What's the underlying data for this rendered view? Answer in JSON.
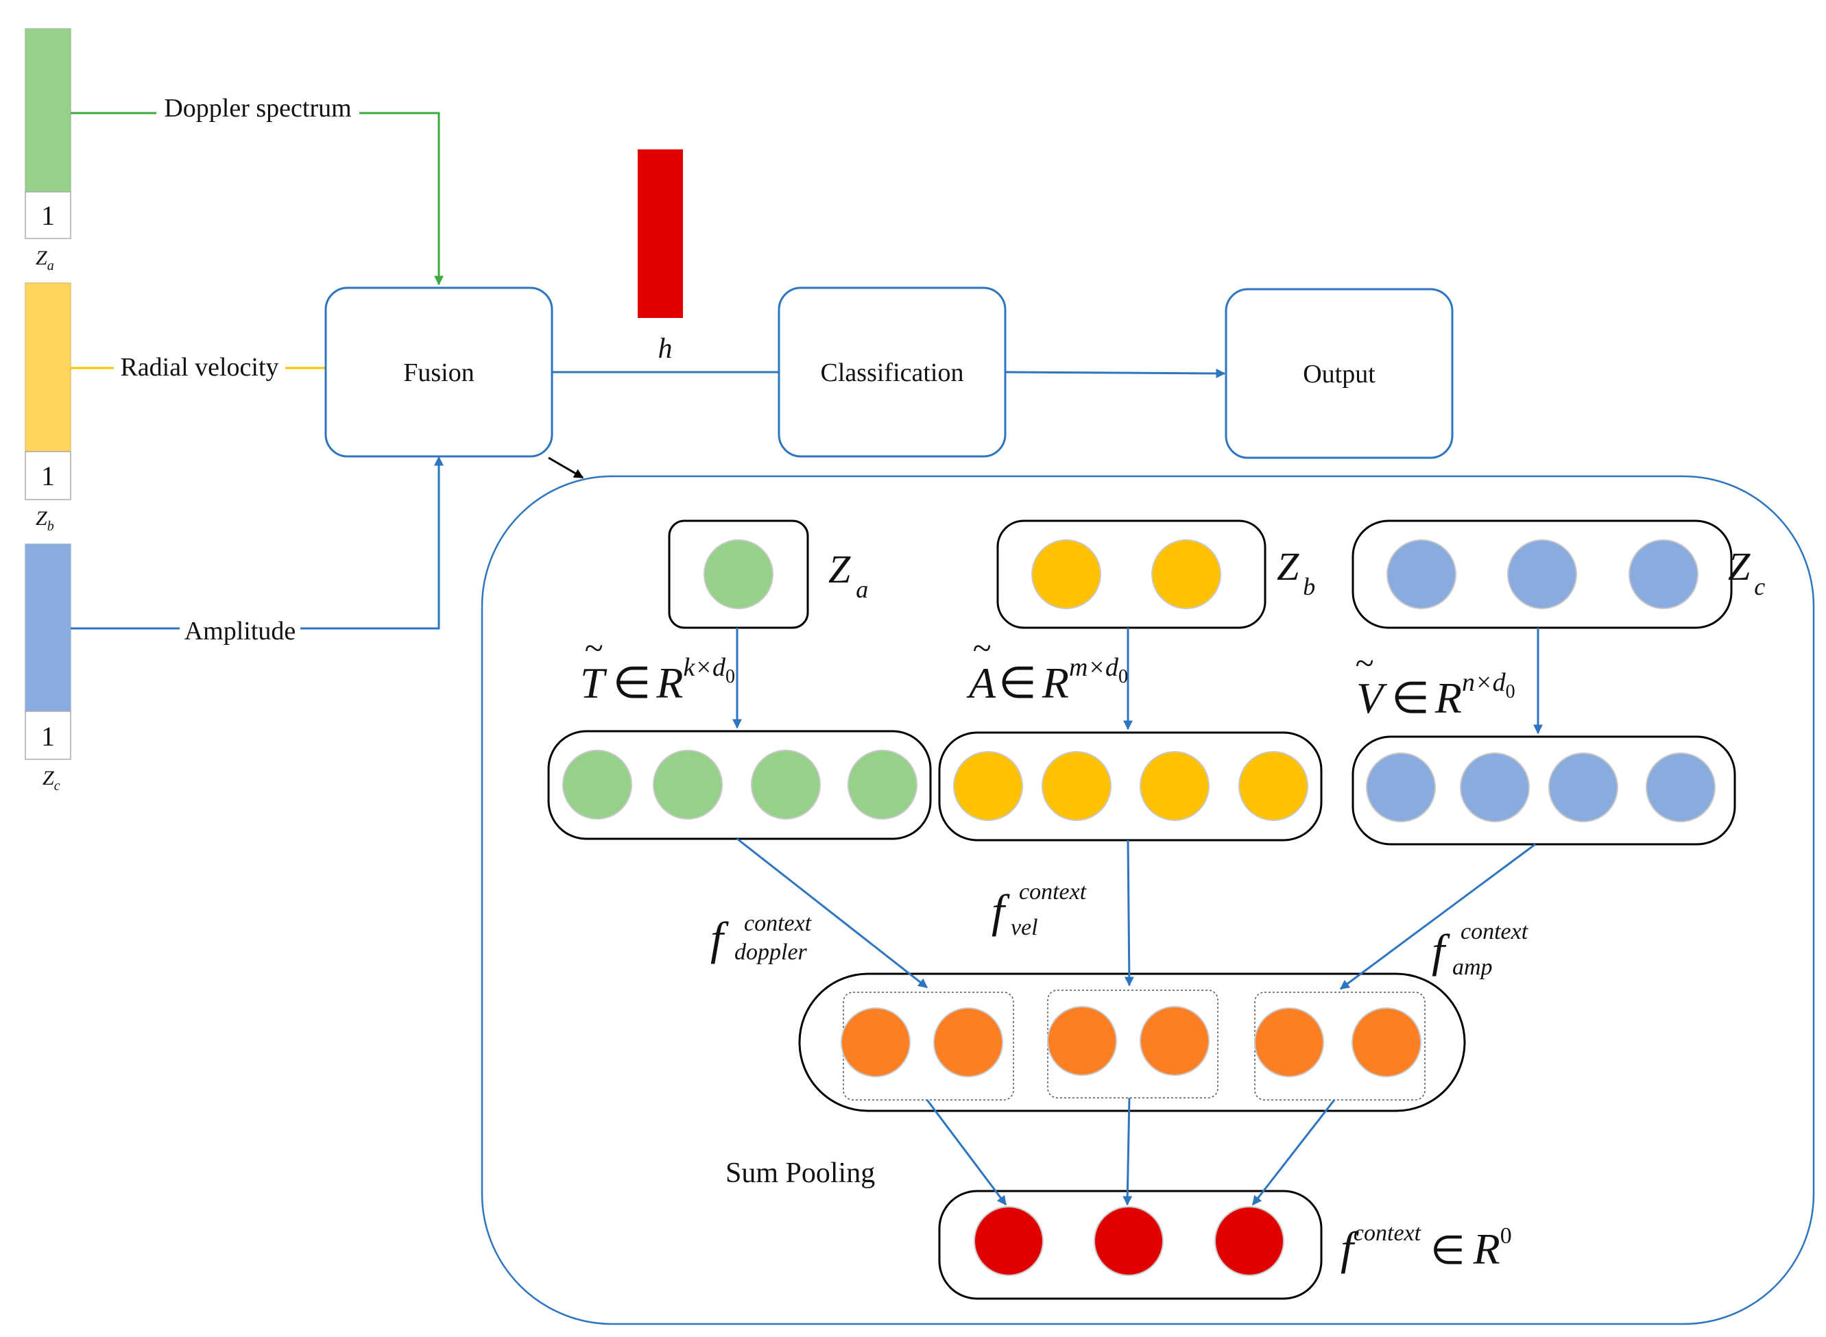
{
  "colors": {
    "green": "#96d18a",
    "yellow": "#ffd55c",
    "blue": "#8aabde",
    "orange": "#fc7f24",
    "red": "#e00000",
    "gold": "#ffc102",
    "edge_blue": "#2e75c0",
    "edge_green": "#3cab3c",
    "edge_yellow": "#ffc000"
  },
  "inputs": [
    {
      "id": "a",
      "count": "1",
      "sym": "Z",
      "sub": "a",
      "label": "Doppler spectrum"
    },
    {
      "id": "b",
      "count": "1",
      "sym": "Z",
      "sub": "b",
      "label": "Radial velocity"
    },
    {
      "id": "c",
      "count": "1",
      "sym": "Z",
      "sub": "c",
      "label": "Amplitude"
    }
  ],
  "pipeline": {
    "fusion": "Fusion",
    "hidden": "h",
    "classification": "Classification",
    "output": "Output"
  },
  "detail": {
    "top_labels": [
      {
        "sym": "Z",
        "sub": "a"
      },
      {
        "sym": "Z",
        "sub": "b"
      },
      {
        "sym": "Z",
        "sub": "c"
      }
    ],
    "proj": [
      {
        "sym": "T",
        "tilde": "~",
        "in": "∈",
        "R": "R",
        "sup": "k×d",
        "sub": "0"
      },
      {
        "sym": "A",
        "tilde": "~",
        "in": "∈",
        "R": "R",
        "sup": "m×d",
        "sub": "0"
      },
      {
        "sym": "V",
        "tilde": "~",
        "in": "∈",
        "R": "R",
        "sup": "n×d",
        "sub": "0"
      }
    ],
    "ctx": [
      {
        "f": "f",
        "sup": "context",
        "sub": "doppler"
      },
      {
        "f": "f",
        "sup": "context",
        "sub": "vel"
      },
      {
        "f": "f",
        "sup": "context",
        "sub": "amp"
      }
    ],
    "sum_pooling": "Sum Pooling",
    "final": {
      "f": "f",
      "sup": "context",
      "in": "∈",
      "R": "R",
      "exp": "0"
    }
  }
}
